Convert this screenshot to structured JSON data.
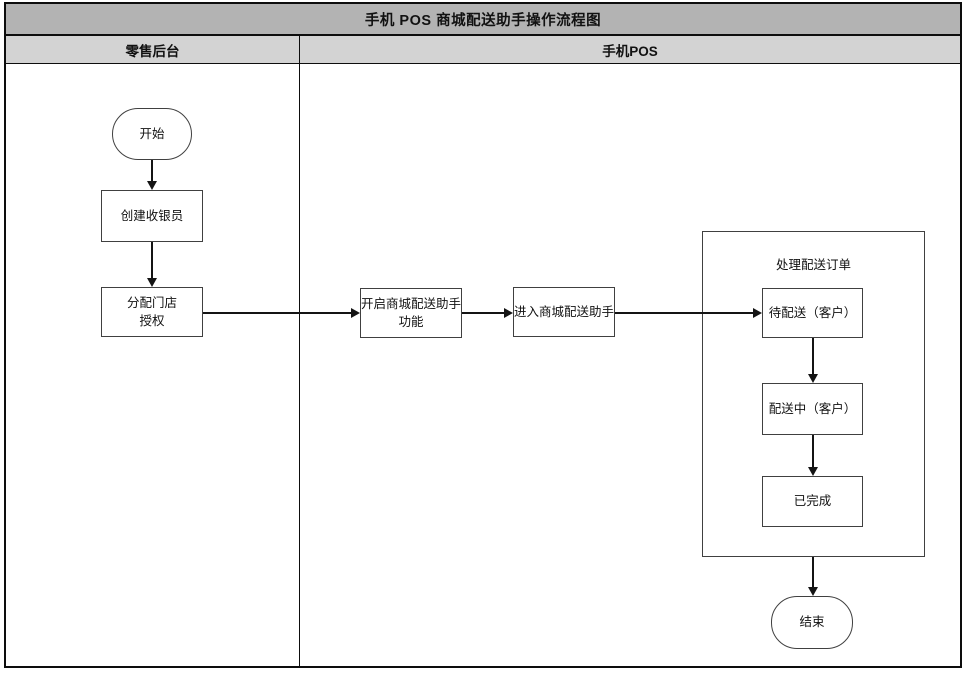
{
  "colors": {
    "title_bg": "#b3b3b3",
    "header_bg": "#d3d3d3",
    "line": "#141414",
    "node_border": "#404040"
  },
  "title": "手机 POS 商城配送助手操作流程图",
  "lanes": {
    "left": "零售后台",
    "right": "手机POS"
  },
  "nodes": {
    "start": "开始",
    "create_cashier": "创建收银员",
    "assign_store": "分配门店\n授权",
    "enable_assistant": "开启商城配送助手\n功能",
    "enter_assistant": "进入商城配送助手",
    "process_orders": "处理配送订单",
    "pending": "待配送（客户）",
    "delivering": "配送中（客户）",
    "completed": "已完成",
    "end": "结束"
  }
}
